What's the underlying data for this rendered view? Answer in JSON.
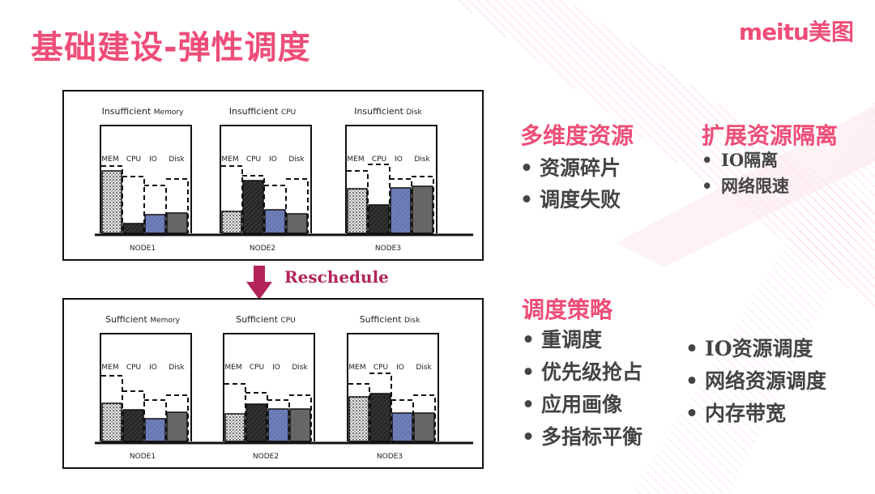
{
  "page": {
    "title": "基础建设-弹性调度",
    "logo_latin": "meitu",
    "logo_cjk": "美图",
    "accent_color": "#ee4d78"
  },
  "diagram": {
    "resource_labels": [
      "MEM",
      "CPU",
      "IO",
      "Disk"
    ],
    "top_panel": {
      "nodes": [
        {
          "name": "NODE1",
          "title_main": "Insufficient",
          "title_sub": "Memory"
        },
        {
          "name": "NODE2",
          "title_main": "Insufficient",
          "title_sub": "CPU"
        },
        {
          "name": "NODE3",
          "title_main": "Insufficient",
          "title_sub": "Disk"
        }
      ]
    },
    "arrow_label": "Reschedule",
    "bottom_panel": {
      "nodes": [
        {
          "name": "NODE1",
          "title_main": "Sufficient",
          "title_sub": "Memory"
        },
        {
          "name": "NODE2",
          "title_main": "Sufficient",
          "title_sub": "CPU"
        },
        {
          "name": "NODE3",
          "title_main": "Sufficient",
          "title_sub": "Disk"
        }
      ]
    }
  },
  "sections": {
    "multi_dim": {
      "title": "多维度资源",
      "items": [
        "资源碎片",
        "调度失败"
      ]
    },
    "isolation": {
      "title": "扩展资源隔离",
      "items": [
        "IO隔离",
        "网络限速"
      ]
    },
    "strategy": {
      "title": "调度策略",
      "items_left": [
        "重调度",
        "优先级抢占",
        "应用画像",
        "多指标平衡"
      ],
      "items_right": [
        "IO资源调度",
        "网络资源调度",
        "内存带宽"
      ]
    }
  }
}
